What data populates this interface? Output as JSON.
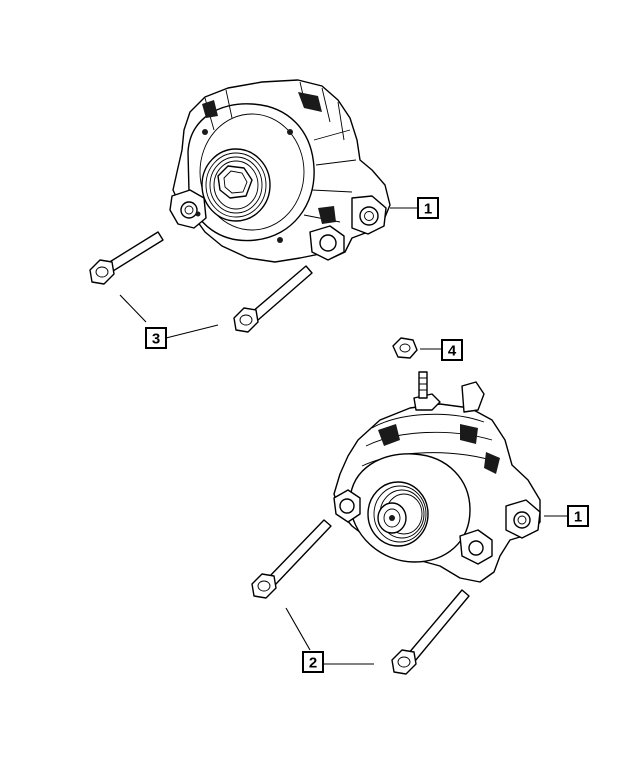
{
  "colors": {
    "line": "#000000",
    "background": "#ffffff"
  },
  "callouts": {
    "top_alternator": "1",
    "upper_bolts": "3",
    "nut": "4",
    "bottom_alternator": "1",
    "lower_bolts": "2"
  }
}
